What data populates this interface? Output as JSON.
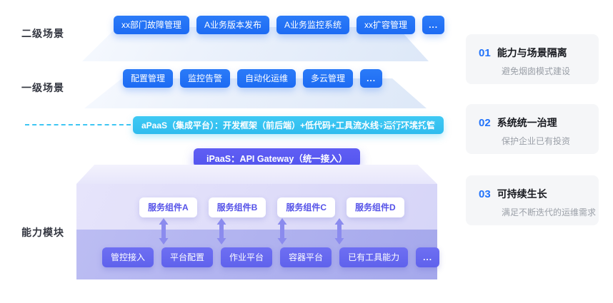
{
  "left_labels": {
    "level2": "二级场景",
    "level1": "一级场景",
    "modules": "能力模块"
  },
  "level2_scenarios": {
    "items": [
      "xx部门故障管理",
      "A业务版本发布",
      "A业务监控系统",
      "xx扩容管理",
      "..."
    ]
  },
  "level1_scenarios": {
    "items": [
      "配置管理",
      "监控告警",
      "自动化运维",
      "多云管理",
      "..."
    ]
  },
  "apaas": {
    "label": "aPaaS（集成平台）：开发框架（前后端）+低代码+工具流水线+运行环境托管"
  },
  "ipaas": {
    "label": "iPaaS：API Gateway（统一接入）"
  },
  "service_components": {
    "items": [
      "服务组件A",
      "服务组件B",
      "服务组件C",
      "服务组件D"
    ]
  },
  "capabilities": {
    "items": [
      "管控接入",
      "平台配置",
      "作业平台",
      "容器平台",
      "已有工具能力",
      "..."
    ]
  },
  "benefit_cards": {
    "items": [
      {
        "number": "01",
        "title": "能力与场景隔离",
        "desc": "避免烟囱模式建设"
      },
      {
        "number": "02",
        "title": "系统统一治理",
        "desc": "保护企业已有投资"
      },
      {
        "number": "03",
        "title": "可持续生长",
        "desc": "满足不断迭代的运维需求"
      }
    ]
  },
  "colors": {
    "primary_blue": "#1d6bf3",
    "cyan": "#35c3f1",
    "ipaas_purple": "#5a58f1",
    "capability_purple": "#6366ee",
    "component_text_purple": "#5552e8",
    "card_number_blue": "#2273fa"
  }
}
